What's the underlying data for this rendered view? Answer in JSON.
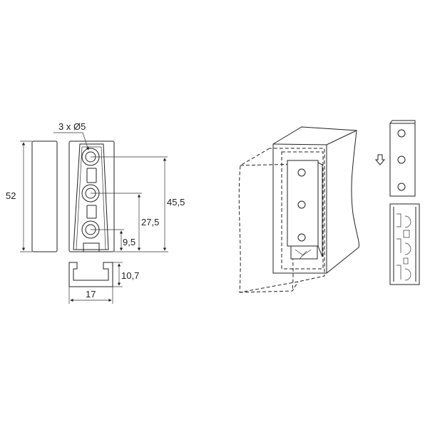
{
  "drawing": {
    "hole_callout": "3 x Ø5",
    "dimensions": {
      "total_height": "52",
      "top_hole": "45,5",
      "middle_hole": "27,5",
      "bottom_hole": "9,5",
      "profile_height": "10,7",
      "profile_width": "17"
    },
    "line_color": "#222222",
    "background": "#ffffff",
    "icons": [
      "down-arrow-icon"
    ]
  }
}
